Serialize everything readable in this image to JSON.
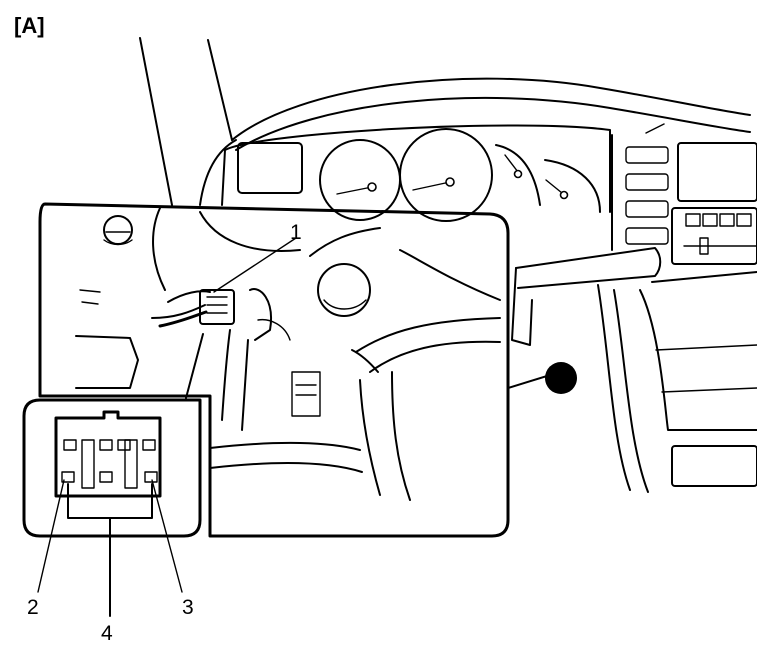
{
  "figure_label": "[A]",
  "callouts": {
    "c1": "1",
    "c2": "2",
    "c3": "3",
    "c4": "4"
  },
  "colors": {
    "ink": "#000000",
    "paper": "#ffffff"
  }
}
